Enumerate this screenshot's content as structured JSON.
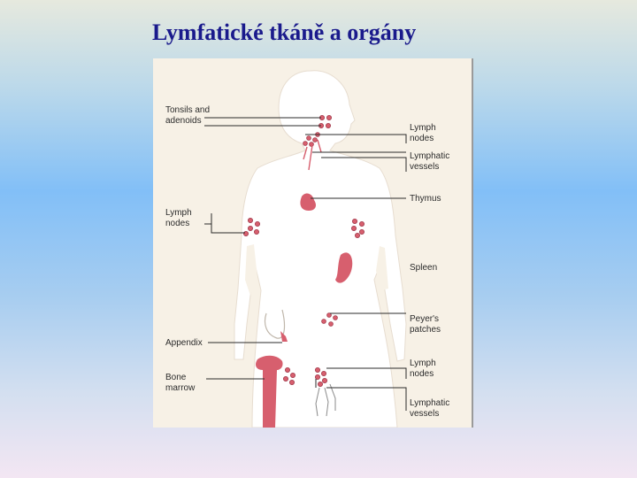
{
  "title": "Lymfatické tkáně a orgány",
  "colors": {
    "title": "#1a1a8c",
    "body": "#ffffff",
    "tissue": "#d75f6e",
    "node_outline": "#a0394a",
    "line": "#2b2b2b",
    "figure_background": "#f7f1e6"
  },
  "labels_left": {
    "tonsils": "Tonsils and\nadenoids",
    "lymph_nodes": "Lymph\nnodes",
    "appendix": "Appendix",
    "bone_marrow": "Bone\nmarrow"
  },
  "labels_right": {
    "lymph_nodes_neck": "Lymph\nnodes",
    "lymphatic_vessels_neck": "Lymphatic\nvessels",
    "thymus": "Thymus",
    "spleen": "Spleen",
    "peyers_patches": "Peyer's\npatches",
    "lymph_nodes_groin": "Lymph\nnodes",
    "lymphatic_vessels_groin": "Lymphatic\nvessels"
  }
}
